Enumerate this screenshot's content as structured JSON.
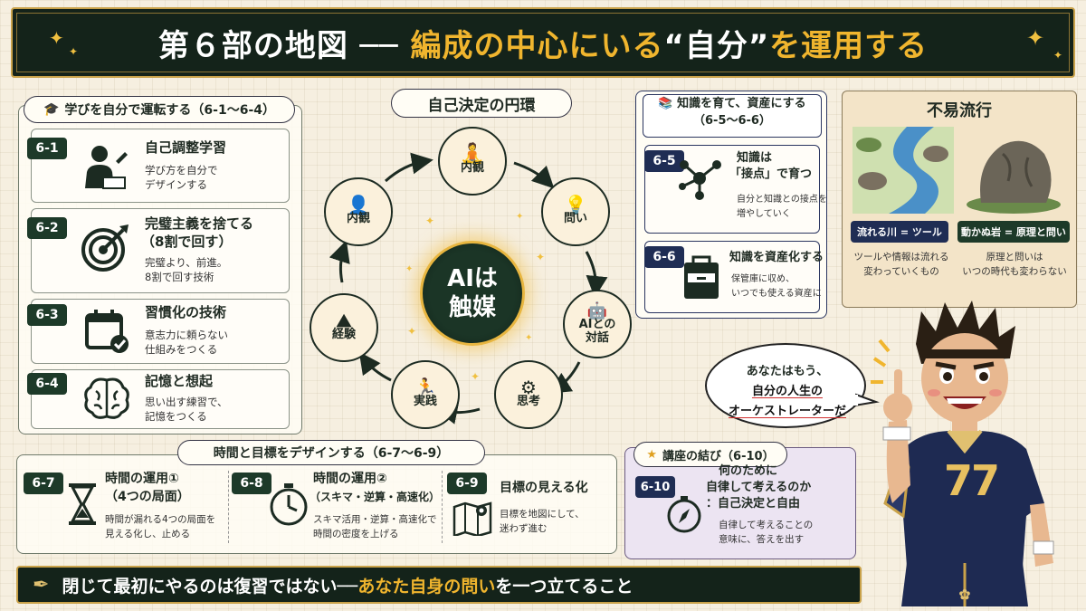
{
  "header": {
    "title_white": "第６部の地図",
    "dash": "──",
    "title_gold_1": "編成の中心にいる",
    "title_white_2": "“自分”",
    "title_gold_2": "を運用する"
  },
  "left_panel": {
    "title": "学びを自分で運転する（6-1〜6-4）",
    "items": [
      {
        "id": "6-1",
        "title": "自己調整学習",
        "desc_1": "学び方を自分で",
        "desc_2": "デザインする"
      },
      {
        "id": "6-2",
        "title": "完璧主義を捨てる",
        "title_2": "（8割で回す）",
        "desc_1": "完璧より、前進。",
        "desc_2": "8割で回す技術"
      },
      {
        "id": "6-3",
        "title": "習慣化の技術",
        "desc_1": "意志力に頼らない",
        "desc_2": "仕組みをつくる"
      },
      {
        "id": "6-4",
        "title": "記憶と想起",
        "desc_1": "思い出す練習で、",
        "desc_2": "記憶をつくる"
      }
    ]
  },
  "cycle": {
    "title": "自己決定の円環",
    "center_1": "AIは",
    "center_2": "触媒",
    "nodes": [
      {
        "label": "内観",
        "icon": "meditation-icon"
      },
      {
        "label": "問い",
        "icon": "lightbulb-icon"
      },
      {
        "label": "AIとの対話",
        "label_1": "AIとの",
        "label_2": "対話",
        "icon": "robot-icon"
      },
      {
        "label": "思考",
        "icon": "head-gear-icon"
      },
      {
        "label": "実践",
        "icon": "running-icon"
      },
      {
        "label": "経験",
        "icon": "mountain-icon"
      },
      {
        "label": "内観",
        "icon": "person-icon"
      }
    ]
  },
  "knowledge_panel": {
    "title_1": "知識を育て、資産にする",
    "title_2": "（6-5〜6-6）",
    "items": [
      {
        "id": "6-5",
        "title_1": "知識は",
        "title_2": "「接点」で育つ",
        "desc_1": "自分と知識との接点を",
        "desc_2": "増やしていく"
      },
      {
        "id": "6-6",
        "title": "知識を資産化する",
        "desc_1": "保管庫に収め、",
        "desc_2": "いつでも使える資産に"
      }
    ]
  },
  "fueki_panel": {
    "title": "不易流行",
    "left_label": "流れる川 = ツール",
    "left_desc_1": "ツールや情報は流れる",
    "left_desc_2": "変わっていくもの",
    "right_label": "動かぬ岩 = 原理と問い",
    "right_desc_1": "原理と問いは",
    "right_desc_2": "いつの時代も変わらない"
  },
  "time_panel": {
    "title": "時間と目標をデザインする（6-7〜6-9）",
    "items": [
      {
        "id": "6-7",
        "title_1": "時間の運用①",
        "title_2": "（4つの局面）",
        "desc_1": "時間が漏れる4つの局面を",
        "desc_2": "見える化し、止める"
      },
      {
        "id": "6-8",
        "title_1": "時間の運用②",
        "title_2": "（スキマ・逆算・高速化）",
        "desc_1": "スキマ活用・逆算・高速化で",
        "desc_2": "時間の密度を上げる"
      },
      {
        "id": "6-9",
        "title_1": "目標の見える化",
        "desc_1": "目標を地図にして、",
        "desc_2": "迷わず進む"
      }
    ]
  },
  "closing_panel": {
    "title": "講座の結び（6-10）",
    "id": "6-10",
    "title_1": "何のために",
    "title_2": "自律して考えるのか",
    "title_3": "：自己決定と自由",
    "desc_1": "自律して考えることの",
    "desc_2": "意味に、答えを出す"
  },
  "speech": {
    "line_1": "あなたはもう、",
    "line_2": "自分の人生の",
    "line_3": "オーケストレーターだ"
  },
  "mascot": {
    "jersey_number": "77"
  },
  "footer": {
    "text_white_1": "閉じて最初にやるのは復習ではない──",
    "text_gold": "あなた自身の問い",
    "text_white_2": "を一つ立てること"
  },
  "colors": {
    "dark_green": "#14231a",
    "gold": "#f0b52e",
    "navy": "#1f2d54",
    "purple_panel": "#ece4f2"
  }
}
